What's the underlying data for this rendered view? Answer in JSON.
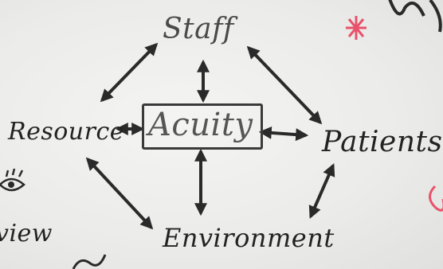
{
  "diagram": {
    "nodes": {
      "staff": "Staff",
      "resource": "Resource",
      "acuity": "Acuity",
      "patients": "Patients",
      "environment": "Environment"
    },
    "margin_text": "view",
    "ink_color": "#2a2a2a",
    "accent_color": "#e8526a"
  }
}
